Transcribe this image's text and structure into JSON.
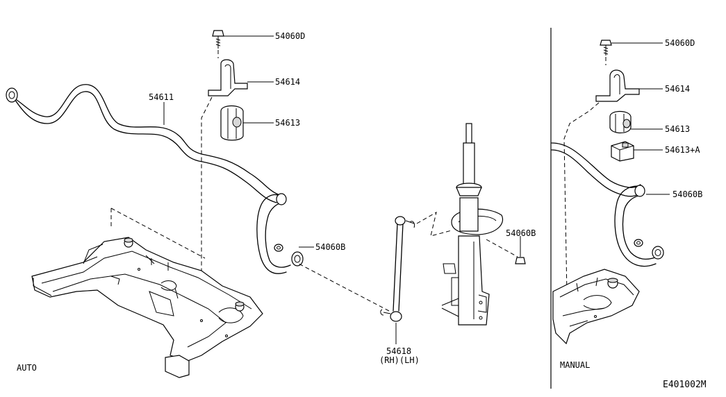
{
  "labels": {
    "auto_54060d": "54060D",
    "auto_54614": "54614",
    "auto_54613": "54613",
    "auto_54611": "54611",
    "auto_54060b_right": "54060B",
    "strut_54060b": "54060B",
    "link_54618": "54618",
    "link_rh_lh": "(RH)(LH)",
    "man_54060d": "54060D",
    "man_54614": "54614",
    "man_54613": "54613",
    "man_54613a": "54613+A",
    "man_54060b": "54060B"
  },
  "sections": {
    "auto": "AUTO",
    "manual": "MANUAL"
  },
  "diagram_code": "E401002M"
}
